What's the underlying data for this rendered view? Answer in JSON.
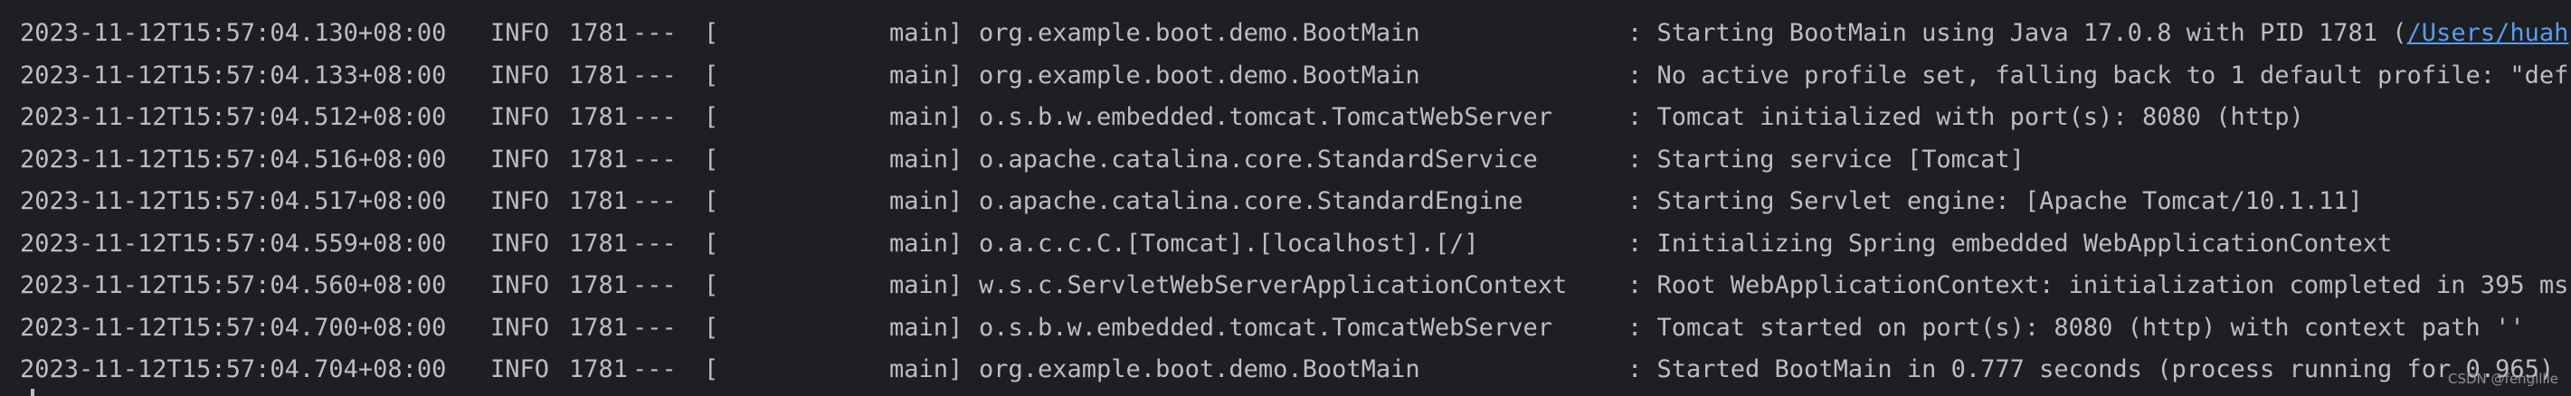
{
  "console": {
    "lines": [
      {
        "timestamp": "2023-11-12T15:57:04.130+08:00",
        "level": "INFO",
        "pid": "1781",
        "separator": "---",
        "bracket": "[",
        "thread": "main]",
        "logger": "org.example.boot.demo.BootMain",
        "message": ": Starting BootMain using Java 17.0.8 with PID 1781 (",
        "link": "/Users/huah"
      },
      {
        "timestamp": "2023-11-12T15:57:04.133+08:00",
        "level": "INFO",
        "pid": "1781",
        "separator": "---",
        "bracket": "[",
        "thread": "main]",
        "logger": "org.example.boot.demo.BootMain",
        "message": ": No active profile set, falling back to 1 default profile: \"def"
      },
      {
        "timestamp": "2023-11-12T15:57:04.512+08:00",
        "level": "INFO",
        "pid": "1781",
        "separator": "---",
        "bracket": "[",
        "thread": "main]",
        "logger": "o.s.b.w.embedded.tomcat.TomcatWebServer",
        "message": ": Tomcat initialized with port(s): 8080 (http)"
      },
      {
        "timestamp": "2023-11-12T15:57:04.516+08:00",
        "level": "INFO",
        "pid": "1781",
        "separator": "---",
        "bracket": "[",
        "thread": "main]",
        "logger": "o.apache.catalina.core.StandardService",
        "message": ": Starting service [Tomcat]"
      },
      {
        "timestamp": "2023-11-12T15:57:04.517+08:00",
        "level": "INFO",
        "pid": "1781",
        "separator": "---",
        "bracket": "[",
        "thread": "main]",
        "logger": "o.apache.catalina.core.StandardEngine",
        "message": ": Starting Servlet engine: [Apache Tomcat/10.1.11]"
      },
      {
        "timestamp": "2023-11-12T15:57:04.559+08:00",
        "level": "INFO",
        "pid": "1781",
        "separator": "---",
        "bracket": "[",
        "thread": "main]",
        "logger": "o.a.c.c.C.[Tomcat].[localhost].[/]",
        "message": ": Initializing Spring embedded WebApplicationContext"
      },
      {
        "timestamp": "2023-11-12T15:57:04.560+08:00",
        "level": "INFO",
        "pid": "1781",
        "separator": "---",
        "bracket": "[",
        "thread": "main]",
        "logger": "w.s.c.ServletWebServerApplicationContext",
        "message": ": Root WebApplicationContext: initialization completed in 395 ms"
      },
      {
        "timestamp": "2023-11-12T15:57:04.700+08:00",
        "level": "INFO",
        "pid": "1781",
        "separator": "---",
        "bracket": "[",
        "thread": "main]",
        "logger": "o.s.b.w.embedded.tomcat.TomcatWebServer",
        "message": ": Tomcat started on port(s): 8080 (http) with context path ''"
      },
      {
        "timestamp": "2023-11-12T15:57:04.704+08:00",
        "level": "INFO",
        "pid": "1781",
        "separator": "---",
        "bracket": "[",
        "thread": "main]",
        "logger": "org.example.boot.demo.BootMain",
        "message": ": Started BootMain in 0.777 seconds (process running for 0.965)"
      }
    ]
  },
  "watermark": "CSDN @fenglllle",
  "colors": {
    "background": "#1e1f22",
    "text": "#bcbec4",
    "link": "#589df6"
  }
}
